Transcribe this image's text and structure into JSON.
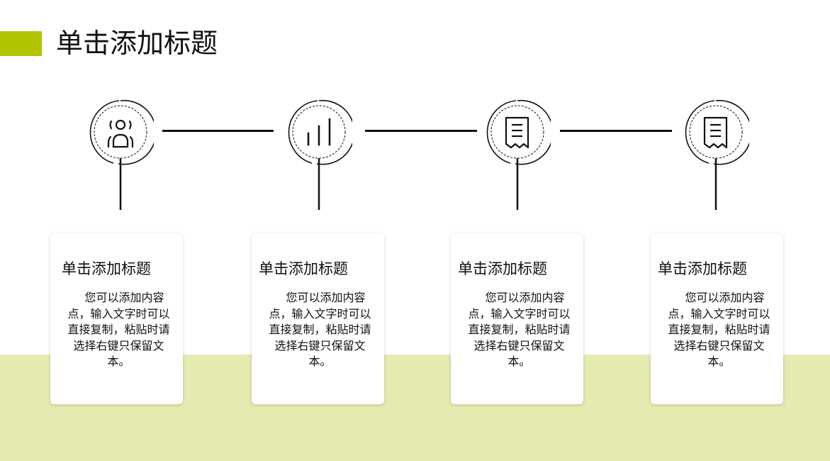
{
  "header": {
    "title": "单击添加标题",
    "accent_color": "#b2c400"
  },
  "background": {
    "band_color": "#e4eab0"
  },
  "steps": [
    {
      "icon": "users-icon",
      "title": "单击添加标题",
      "body": "您可以添加内容点，输入文字时可以直接复制，粘贴时请选择右键只保留文本。"
    },
    {
      "icon": "bar-chart-icon",
      "title": "单击添加标题",
      "body": "您可以添加内容点，输入文字时可以直接复制，粘贴时请选择右键只保留文本。"
    },
    {
      "icon": "receipt-icon",
      "title": "单击添加标题",
      "body": "您可以添加内容点，输入文字时可以直接复制，粘贴时请选择右键只保留文本。"
    },
    {
      "icon": "receipt-icon",
      "title": "单击添加标题",
      "body": "您可以添加内容点，输入文字时可以直接复制，粘贴时请选择右键只保留文本。"
    }
  ]
}
